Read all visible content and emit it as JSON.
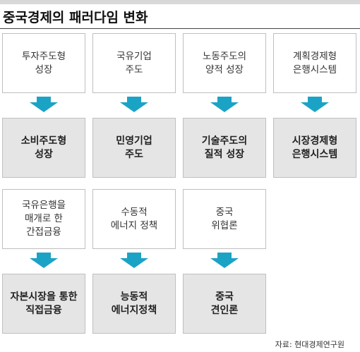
{
  "title": "중국경제의 패러다임 변화",
  "colors": {
    "arrow": "#1ba3c6",
    "new_box": "#e5e5e5",
    "old_box": "#ffffff"
  },
  "pairs": [
    {
      "from": "투자주도형\n성장",
      "to": "소비주도형\n성장"
    },
    {
      "from": "국유기업\n주도",
      "to": "민영기업\n주도"
    },
    {
      "from": "노동주도의\n양적 성장",
      "to": "기술주도의\n질적 성장"
    },
    {
      "from": "계획경제형\n은행시스템",
      "to": "시장경제형\n은행시스템"
    },
    {
      "from": "국유은행을\n매개로 한\n간접금융",
      "to": "자본시장을 통한\n직접금융"
    },
    {
      "from": "수동적\n에너지 정책",
      "to": "능동적\n에너지정책"
    },
    {
      "from": "중국\n위협론",
      "to": "중국\n견인론"
    }
  ],
  "source": "자료: 현대경제연구원"
}
